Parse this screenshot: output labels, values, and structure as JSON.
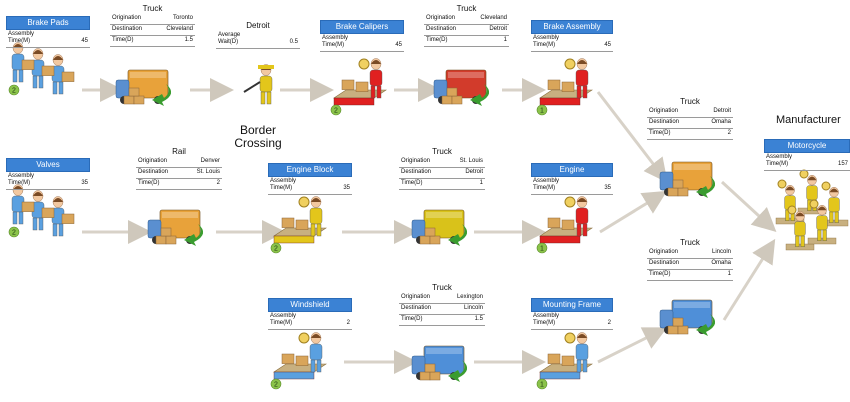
{
  "process_nodes": {
    "brake_pads": {
      "title": "Brake Pads",
      "row_label": "Assembly\nTime(M)",
      "row_value": "45",
      "badge": "2"
    },
    "brake_calipers": {
      "title": "Brake Calipers",
      "row_label": "Assembly\nTime(M)",
      "row_value": "45",
      "badge": "2"
    },
    "brake_assembly": {
      "title": "Brake Assembly",
      "row_label": "Assembly\nTime(M)",
      "row_value": "45",
      "badge": "1"
    },
    "valves": {
      "title": "Valves",
      "row_label": "Assembly\nTime(M)",
      "row_value": "35",
      "badge": "2"
    },
    "engine_block": {
      "title": "Engine Block",
      "row_label": "Assembly\nTime(M)",
      "row_value": "35",
      "badge": "2"
    },
    "engine": {
      "title": "Engine",
      "row_label": "Assembly\nTime(M)",
      "row_value": "35",
      "badge": "1"
    },
    "windshield": {
      "title": "Windshield",
      "row_label": "Assembly\nTime(M)",
      "row_value": "2",
      "badge": "2"
    },
    "mounting_frame": {
      "title": "Mounting Frame",
      "row_label": "Assembly\nTime(M)",
      "row_value": "2",
      "badge": "1"
    },
    "motorcycle": {
      "title": "Motorcycle",
      "row_label": "Assembly\nTime(M)",
      "row_value": "157"
    }
  },
  "transport_nodes": {
    "truck_toronto": {
      "title": "Truck",
      "origination": "Toronto",
      "destination": "Cleveland",
      "time": "1.5"
    },
    "truck_cleveland": {
      "title": "Truck",
      "origination": "Cleveland",
      "destination": "Detroit",
      "time": "1"
    },
    "rail_denver": {
      "title": "Rail",
      "origination": "Denver",
      "destination": "St. Louis",
      "time": "2"
    },
    "truck_stlouis": {
      "title": "Truck",
      "origination": "St. Louis",
      "destination": "Detroit",
      "time": "1"
    },
    "truck_lexington": {
      "title": "Truck",
      "origination": "Lexington",
      "destination": "Lincoln",
      "time": "1.5"
    },
    "truck_detroit_omaha": {
      "title": "Truck",
      "origination": "Detroit",
      "destination": "Omaha",
      "time": "2"
    },
    "truck_lincoln_omaha": {
      "title": "Truck",
      "origination": "Lincoln",
      "destination": "Omaha",
      "time": "1"
    }
  },
  "labels": {
    "origination": "Origination",
    "destination": "Destination",
    "time_d": "Time(D)"
  },
  "detroit": {
    "title": "Detroit",
    "row_label": "Average\nWait(D)",
    "row_value": "0.5",
    "caption": "Border\nCrossing"
  },
  "manufacturer_title": "Manufacturer",
  "colors": {
    "header_blue": "#3b82d4",
    "truck_orange": "#e8a23a",
    "truck_red": "#d23b2b",
    "truck_yellow": "#d9c21a",
    "truck_blue": "#4f8fd8",
    "worker_red": "#e02020",
    "worker_yellow": "#e3c61b",
    "worker_blue": "#5aa0e0",
    "arrow_green": "#3a9c2f",
    "badge_green": "#8bc34a",
    "box_tan": "#d9a55a",
    "connector": "#d8d2c8"
  }
}
